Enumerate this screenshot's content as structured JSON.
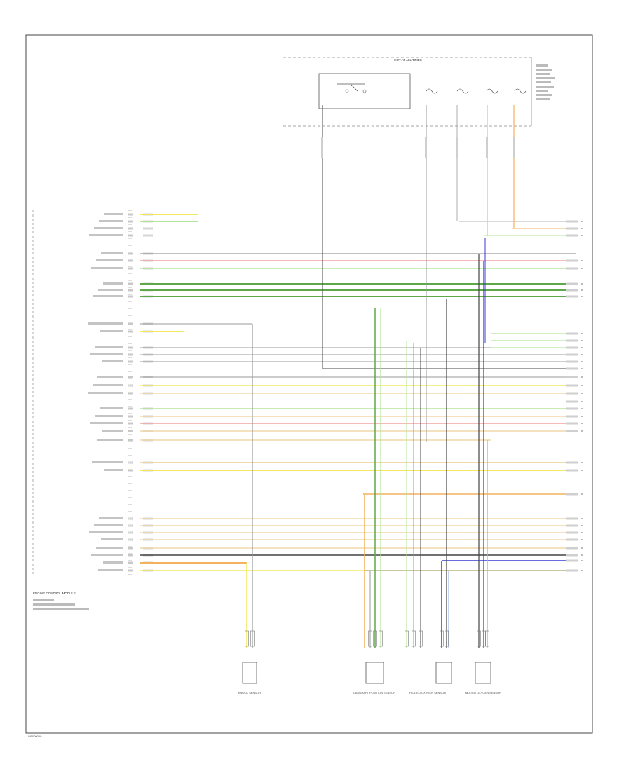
{
  "diagram_code": "W0000000",
  "fuse_box": {
    "title": "HOT AT ALL TIMES"
  },
  "module": {
    "name": "ENGINE CONTROL MODULE"
  },
  "components": [
    {
      "label": "KNOCK SENSOR"
    },
    {
      "label": "CAMSHAFT POSITION SENSOR"
    },
    {
      "label": "HEATED OXYGEN SENSOR"
    },
    {
      "label": "HEATED OXYGEN SENSOR"
    }
  ],
  "colors": {
    "yellow": "#f2e860",
    "pink": "#f4a0a0",
    "lightgreen": "#b4e69a",
    "green": "#5ea84a",
    "gray": "#9a9a9a",
    "darkgray": "#444444",
    "tan": "#f0d9a8",
    "orange": "#f2b25e",
    "blue": "#3a3ad6",
    "lightblue": "#8ca8e8",
    "black": "#222222"
  }
}
